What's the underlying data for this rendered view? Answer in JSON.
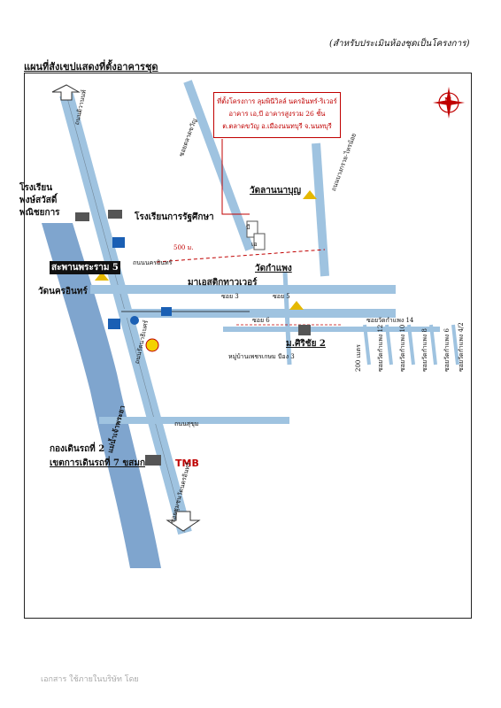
{
  "header_note": "(สำหรับประเมินห้องชุดเป็นโครงการ)",
  "map_title": "แผนที่สังเขปแสดงที่ตั้งอาคารชุด",
  "project_box": {
    "line1": "ที่ตั้งโครงการ ลุมพินีวิลล์ นครอินทร์-ริเวอร์",
    "line2": "อาคาร เอ,บี อาคารสูงรวม 26 ชั้น",
    "line3": "ต.ตลาดขวัญ อ.เมืองนนทบุรี จ.นนทบุรี"
  },
  "labels": {
    "school_pongsawat": [
      "โรงเรียน",
      "พงษ์สวัสดิ์",
      "พณิชยการ"
    ],
    "school_ratsuksa": "โรงเรียนการรัฐศึกษา",
    "wat_lanbun": "วัดลานนาบุญ",
    "wat_nakorn_in": "วัดนครอินทร์",
    "wat_kampaeng": "วัดกำแพง",
    "makro": "มาเอสติกทาวเวอร์",
    "soi_1": "สะพานพระราม 5",
    "police_station": "กองเดินรถที่ 2",
    "bus_depot": "เขตการเดินรถที่ 7 ขสมก",
    "village": "ม.ศิริชัย 2",
    "village_sub": "หมู่บ้านเพชรเกษม บีอง 3",
    "road_nakorn_in": "ถนนนครอินทร์",
    "distance": "500 ม.",
    "road_chao_phraya": "แม่น้ำเจ้าพระยา",
    "soi_kampaeng": "ซอยวัดกำแพง 14",
    "soi_nakorn_in_5": "ซอย 5",
    "soi_3": "ซอย 3",
    "soi_6": "ซอย 6",
    "road_bangkruai": "ถนนบางกรวย-ไทรน้อย",
    "soi_left": "ถนนติวานนท์",
    "soi_market": "ซอยตลาดขวัญ",
    "soi_rattanathibet": "ถนนรัตนาธิเบศร์",
    "soi_chomchuen": "ซอยชุมชนวัดนครอินทร์",
    "soi_bottom": "ถนนสุขุม",
    "soi_m1": "200 เมตร",
    "soi_m2": "ซอยวัดกำแพง 12",
    "soi_m3": "ซอยวัดกำแพง 10",
    "soi_m4": "ซอยวัดกำแพง 8",
    "soi_m5": "ซอยวัดกำแพง 6",
    "soi_m6": "ซอยวัดกำแพง 4/2",
    "building_a": "เอ",
    "building_b": "บี",
    "tmb": "TMB",
    "compass_n": "N"
  },
  "footer_note": "เอกสาร ใช้ภายในบริษัท โดย",
  "colors": {
    "road": "#9fc3e0",
    "accent": "#c00000",
    "water": "#5f8fc2",
    "temple": "#e5b800"
  }
}
